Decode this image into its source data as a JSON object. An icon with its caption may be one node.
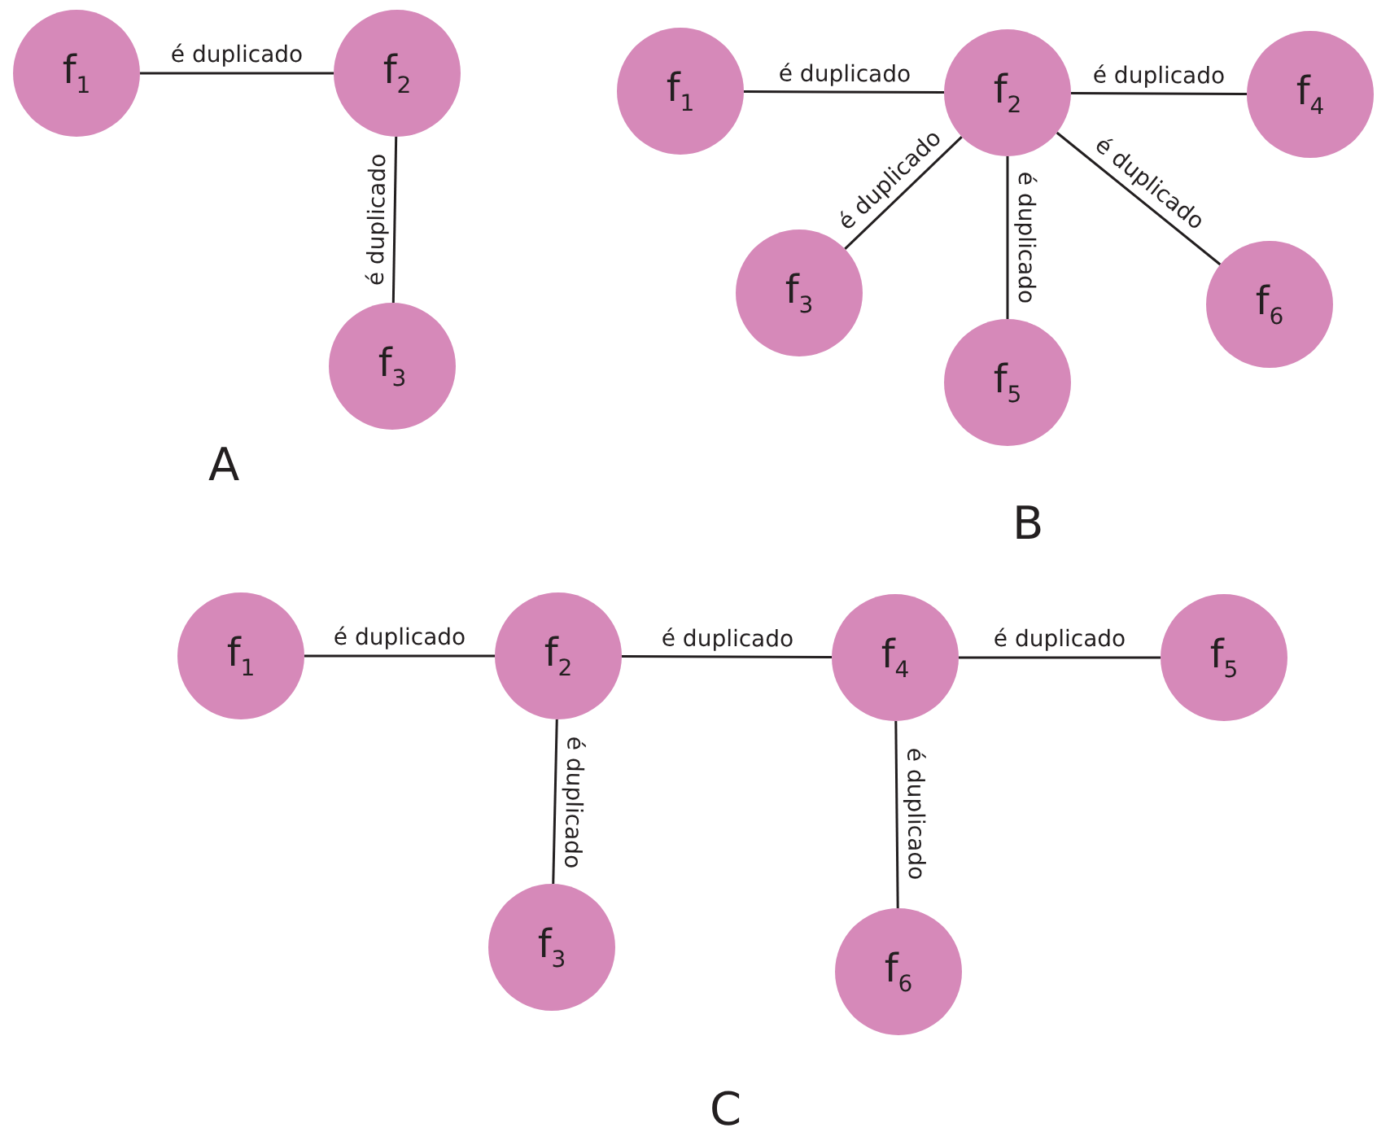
{
  "diagram": {
    "nodes": [
      {
        "text": [
          "f$_{1}$"
        ]
      },
      {
        "text": [
          "f$_{2}$"
        ]
      },
      {
        "text": [
          "f$_{3}$"
        ]
      },
      {
        "text": [
          "f$_{1}$"
        ]
      },
      {
        "text": [
          "f$_{2}$"
        ]
      },
      {
        "text": [
          "f$_{3}$"
        ]
      },
      {
        "text": [
          "f$_{4}$"
        ]
      },
      {
        "text": [
          "f$_{5}$"
        ]
      },
      {
        "text": [
          "f$_{6}$"
        ]
      },
      {
        "text": [
          "f$_{1}$"
        ]
      },
      {
        "text": [
          "f$_{2}$"
        ]
      },
      {
        "text": [
          "f$_{3}$"
        ]
      },
      {
        "text": [
          "f$_{4}$"
        ]
      },
      {
        "text": [
          "f$_{5}$"
        ]
      },
      {
        "text": [
          "f$_{6}$"
        ]
      }
    ],
    "edges": [
      {
        "from": 0,
        "to": 1,
        "arrow": "none",
        "label": "é duplicado"
      },
      {
        "from": 1,
        "to": 2,
        "arrow": "none",
        "label": "é duplicado"
      },
      {
        "from": 3,
        "to": 4,
        "arrow": "none",
        "label": "é duplicado"
      },
      {
        "from": 4,
        "to": 6,
        "arrow": "none",
        "label": "é duplicado"
      },
      {
        "from": 4,
        "to": 5,
        "arrow": "none",
        "label": "é duplicado"
      },
      {
        "from": 4,
        "to": 7,
        "arrow": "none",
        "label": "é duplicado"
      },
      {
        "from": 4,
        "to": 8,
        "arrow": "none",
        "label": "é duplicado"
      },
      {
        "from": 9,
        "to": 10,
        "arrow": "none",
        "label": "é duplicado"
      },
      {
        "from": 10,
        "to": 12,
        "arrow": "none",
        "label": "é duplicado"
      },
      {
        "from": 12,
        "to": 13,
        "arrow": "none",
        "label": "é duplicado"
      },
      {
        "from": 10,
        "to": 11,
        "arrow": "none",
        "label": "é duplicado"
      },
      {
        "from": 12,
        "to": 14,
        "arrow": "none",
        "label": "é duplicado"
      }
    ],
    "labels": [
      "A",
      "B",
      "C"
    ]
  }
}
